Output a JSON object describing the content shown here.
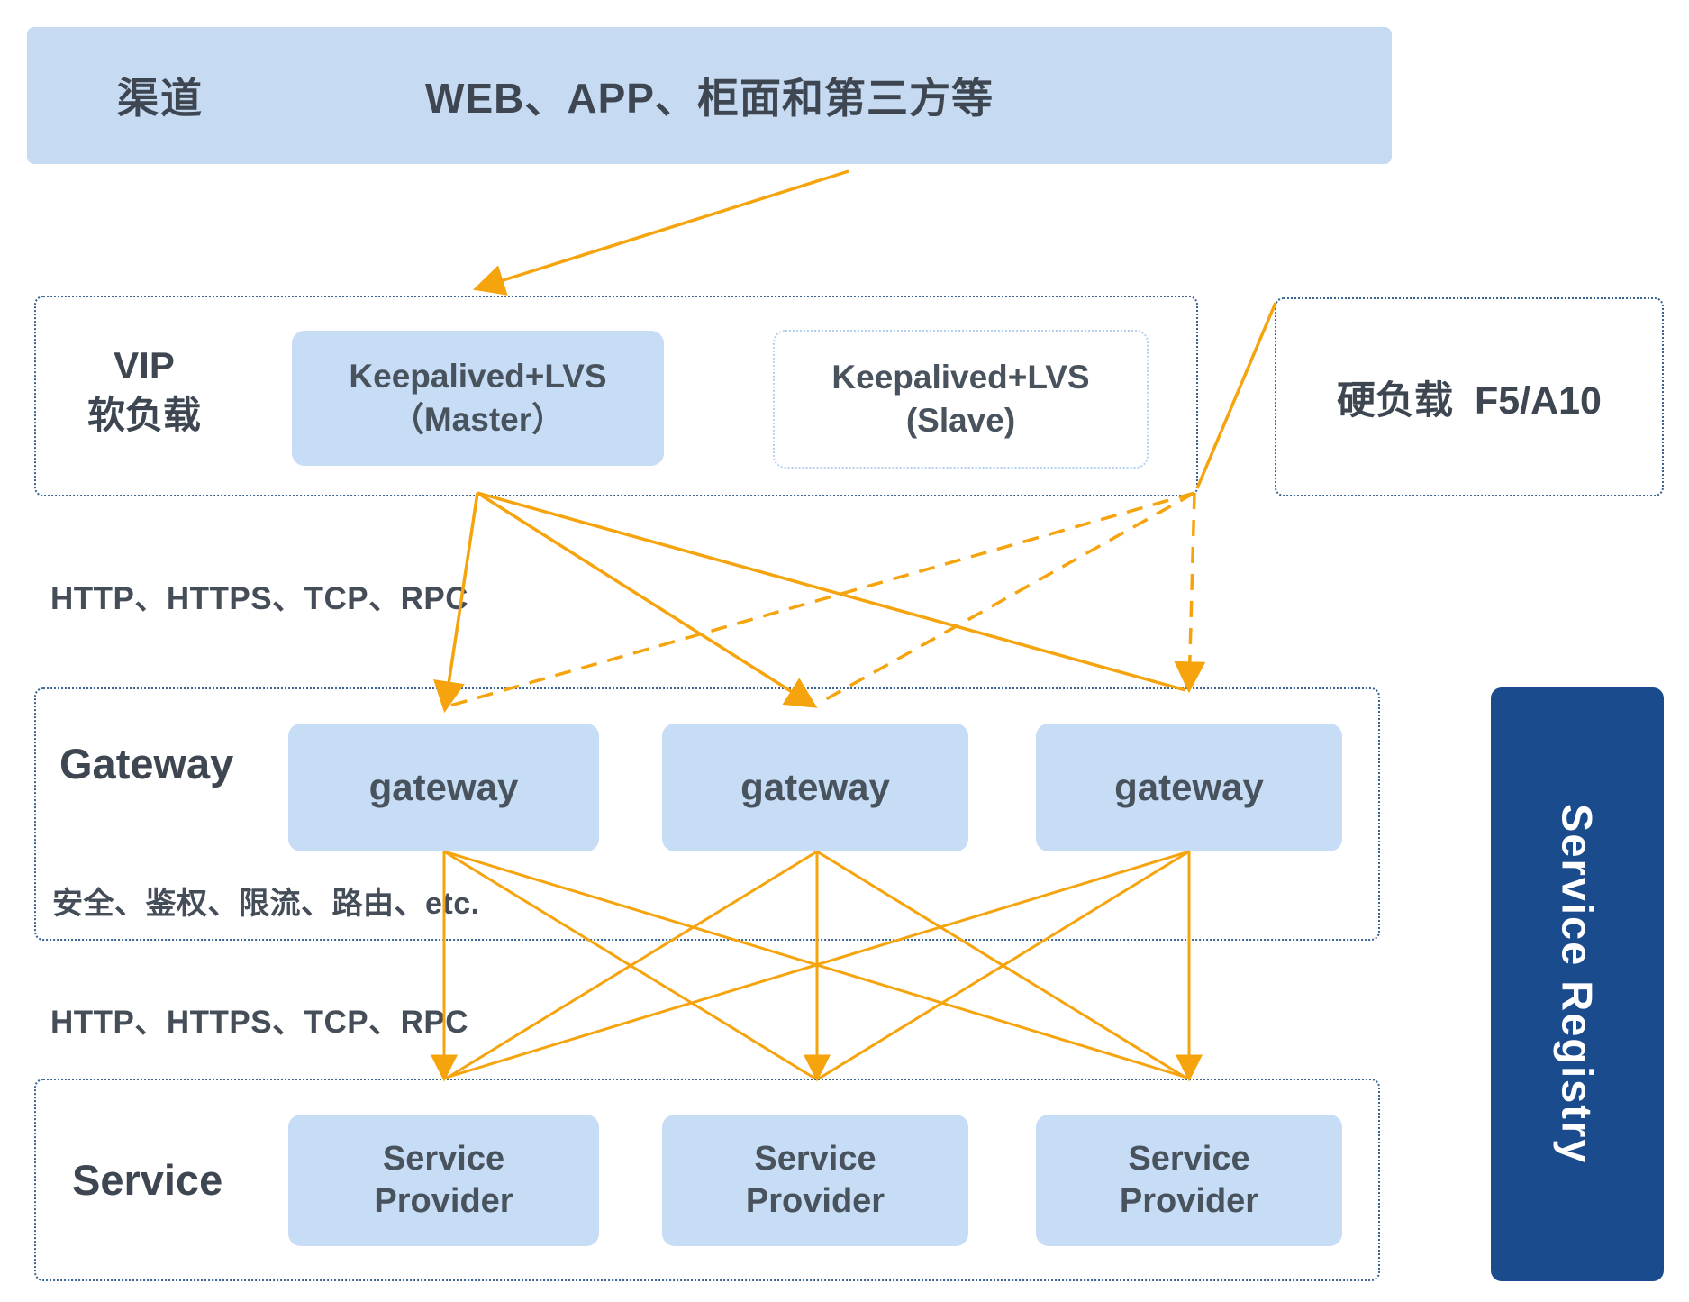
{
  "colors": {
    "accent_orange": "#F6A40E",
    "panel_blue": "#C7DCF5",
    "banner_blue": "#C6DAF2",
    "registry_blue": "#1A4B8D",
    "border_blue": "#3A6591",
    "text_dark": "#3E4751"
  },
  "banner": {
    "channel": "渠道",
    "audience": "WEB、APP、柜面和第三方等"
  },
  "vip": {
    "title_line1": "VIP",
    "title_line2": "软负载",
    "master_line1": "Keepalived+LVS",
    "master_line2": "（Master）",
    "slave_line1": "Keepalived+LVS",
    "slave_line2": "(Slave)"
  },
  "hard_lb": {
    "label": "硬负载  F5/A10"
  },
  "protocols": {
    "top": "HTTP、HTTPS、TCP、RPC",
    "bottom": "HTTP、HTTPS、TCP、RPC"
  },
  "gateway": {
    "title": "Gateway",
    "features": "安全、鉴权、限流、路由、etc.",
    "nodes": [
      "gateway",
      "gateway",
      "gateway"
    ]
  },
  "service": {
    "title": "Service",
    "nodes": [
      {
        "line1": "Service",
        "line2": "Provider"
      },
      {
        "line1": "Service",
        "line2": "Provider"
      },
      {
        "line1": "Service",
        "line2": "Provider"
      }
    ]
  },
  "registry": {
    "label": "Service Registry"
  }
}
